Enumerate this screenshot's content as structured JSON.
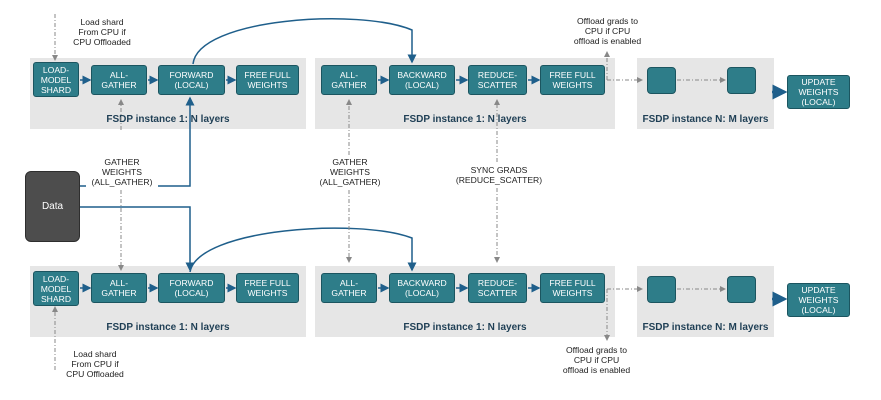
{
  "colors": {
    "node_fill": "#2e7d89",
    "node_border": "#1b5560",
    "panel_fill": "#e6e6e6",
    "data_fill": "#4d4d4d",
    "flow_line": "#1f5f8b",
    "dashed_line": "#888888"
  },
  "rank1": {
    "panel1_label": "FSDP instance 1: N layers",
    "panel2_label": "FSDP instance 1: N layers",
    "panel3_label": "FSDP instance N: M layers",
    "load": "LOAD-\nMODEL\nSHARD",
    "gather": "ALL-\nGATHER",
    "forward": "FORWARD\n(LOCAL)",
    "free1": "FREE FULL\nWEIGHTS",
    "gather2": "ALL-\nGATHER",
    "backward": "BACKWARD\n(LOCAL)",
    "reduce": "REDUCE-\nSCATTER",
    "free2": "FREE FULL\nWEIGHTS",
    "update": "UPDATE\nWEIGHTS\n(LOCAL)"
  },
  "rank2": {
    "panel1_label": "FSDP instance 1: N layers",
    "panel2_label": "FSDP instance 1: N layers",
    "panel3_label": "FSDP instance N: M layers",
    "load": "LOAD-\nMODEL\nSHARD",
    "gather": "ALL-\nGATHER",
    "forward": "FORWARD\n(LOCAL)",
    "free1": "FREE FULL\nWEIGHTS",
    "gather2": "ALL-\nGATHER",
    "backward": "BACKWARD\n(LOCAL)",
    "reduce": "REDUCE-\nSCATTER",
    "free2": "FREE FULL\nWEIGHTS",
    "update": "UPDATE\nWEIGHTS\n(LOCAL)"
  },
  "data_label": "Data",
  "notes": {
    "load_top": "Load shard\nFrom CPU if\nCPU Offloaded",
    "load_bottom": "Load shard\nFrom CPU if\nCPU Offloaded",
    "offload_top": "Offload grads to\nCPU if CPU\noffload is enabled",
    "offload_bottom": "Offload grads to\nCPU if CPU\noffload is enabled",
    "gather_left": "GATHER\nWEIGHTS\n(ALL_GATHER)",
    "gather_mid": "GATHER\nWEIGHTS\n(ALL_GATHER)",
    "sync": "SYNC GRADS\n(REDUCE_SCATTER)"
  }
}
